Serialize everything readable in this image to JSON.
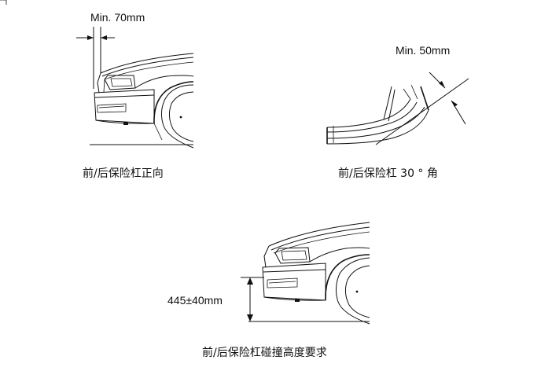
{
  "diagrams": [
    {
      "dimension": "Min. 70mm",
      "caption": "前/后保险杠正向"
    },
    {
      "dimension": "Min. 50mm",
      "caption": "前/后保险杠 30 ° 角"
    },
    {
      "dimension": "445±40mm",
      "caption": "前/后保险杠碰撞高度要求"
    }
  ]
}
